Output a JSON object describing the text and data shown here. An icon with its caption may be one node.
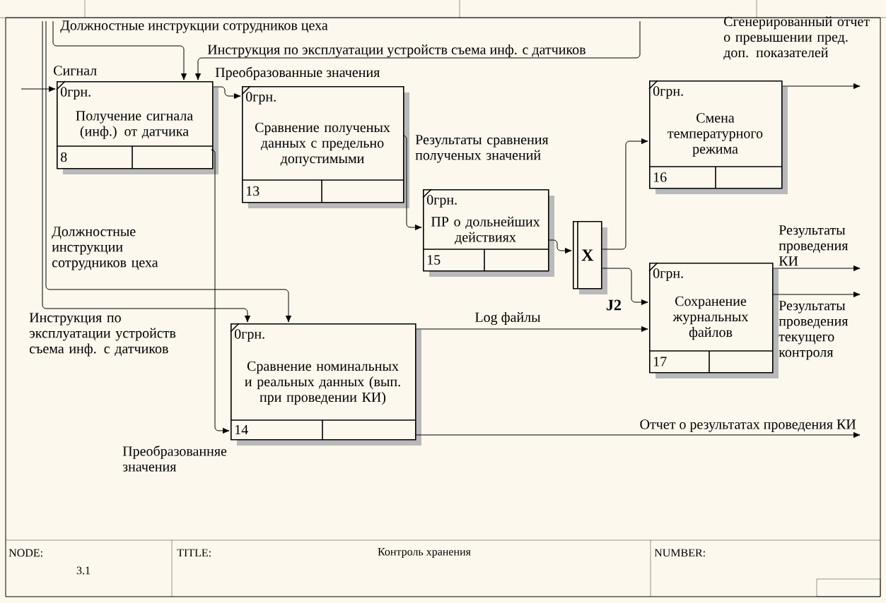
{
  "diagram": {
    "nodes": [
      {
        "text": [
          "0грн.",
          "Получение сигнала (инф.) от датчика",
          "8"
        ]
      },
      {
        "text": [
          "0грн.",
          "Сравнение полученых данных с предельно допустимыми",
          "13"
        ]
      },
      {
        "text": [
          "0грн.",
          "ПР о дольнейших действиях",
          "15"
        ]
      },
      {
        "text": [
          "X"
        ],
        "beside": [
          "J2"
        ]
      },
      {
        "text": [
          "0грн.",
          "Смена температурного режима",
          "16"
        ]
      },
      {
        "text": [
          "0грн.",
          "Сохранение журнальных файлов",
          "17"
        ]
      },
      {
        "text": [
          "0грн.",
          "Сравнение номинальных и реальных данных (вып. при проведении КИ)",
          "14"
        ]
      }
    ],
    "edges": [
      {
        "from": null,
        "to": 0,
        "arrow": "to",
        "label": "Сигнал"
      },
      {
        "from": null,
        "to": 0,
        "arrow": "to",
        "label": "Должностные инструкции сотрудников цеха"
      },
      {
        "from": null,
        "to": 0,
        "arrow": "to",
        "label": "Инструкция по эксплуатации устройств съема инф. с датчиков"
      },
      {
        "from": 0,
        "to": 1,
        "arrow": "to",
        "label": "Преобразованные значения"
      },
      {
        "from": 1,
        "to": 2,
        "arrow": "to",
        "label": "Результаты сравнения полученых значений"
      },
      {
        "from": 2,
        "to": 3,
        "arrow": "to"
      },
      {
        "from": 3,
        "to": 4,
        "arrow": "to"
      },
      {
        "from": 3,
        "to": 5,
        "arrow": "to"
      },
      {
        "from": 4,
        "to": null,
        "arrow": "to",
        "label": "Сгенерированный отчет о превышении пред. доп. показателей"
      },
      {
        "from": 5,
        "to": null,
        "arrow": "to",
        "label": "Результаты проведения КИ"
      },
      {
        "from": 5,
        "to": null,
        "arrow": "to",
        "label": "Результаты проведения текущего контроля"
      },
      {
        "from": 6,
        "to": 5,
        "arrow": "to",
        "label": "Log файлы"
      },
      {
        "from": 6,
        "to": null,
        "arrow": "to",
        "label": "Отчет о результатах проведения КИ"
      },
      {
        "from": null,
        "to": 6,
        "arrow": "to",
        "label": "Должностные инструкции сотрудников цеха"
      },
      {
        "from": null,
        "to": 6,
        "arrow": "to",
        "label": "Инструкция по эксплуатации устройств съема инф. с датчиков"
      },
      {
        "from": 0,
        "to": 6,
        "arrow": "to",
        "label": "Преобразованняе значения"
      }
    ],
    "labels": [
      "NODE:",
      "3.1",
      "TITLE:",
      "Контроль хранения",
      "NUMBER:"
    ]
  }
}
